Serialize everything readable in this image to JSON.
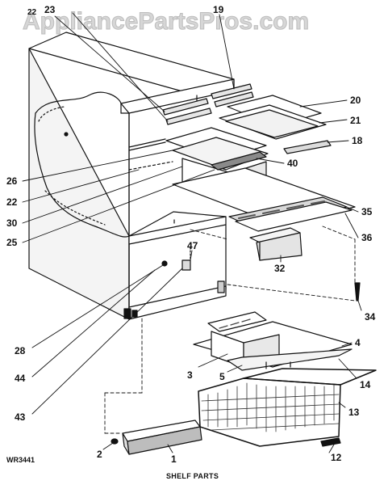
{
  "watermark": "AppliancePartsPros.com",
  "diagram_code": "WR3441",
  "caption": "SHELF PARTS",
  "callouts": {
    "c23": "23",
    "c22top": "22",
    "c19": "19",
    "c20": "20",
    "c21": "21",
    "c18": "18",
    "c26": "26",
    "c40": "40",
    "c22": "22",
    "c30": "30",
    "c25": "25",
    "c35": "35",
    "c36": "36",
    "c47": "47",
    "c32": "32",
    "c34": "34",
    "c28": "28",
    "c44": "44",
    "c4": "4",
    "c3": "3",
    "c5": "5",
    "c14": "14",
    "c13": "13",
    "c43": "43",
    "c2": "2",
    "c1": "1",
    "c12": "12"
  }
}
